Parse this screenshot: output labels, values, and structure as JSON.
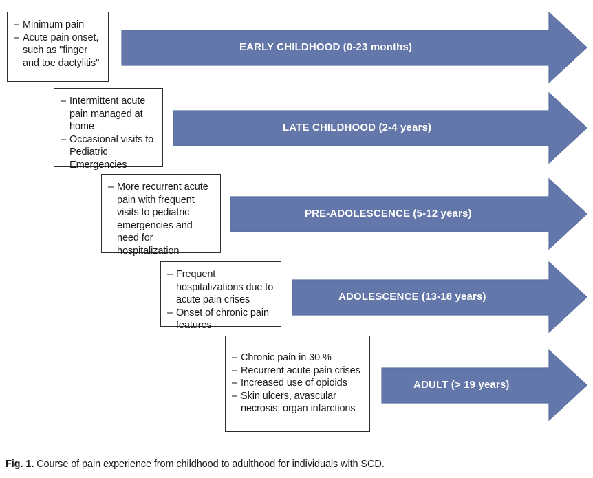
{
  "figure": {
    "caption_label": "Fig. 1.",
    "caption_text": "Course of pain experience from childhood to adulthood for individuals with SCD.",
    "arrow_fill": "#6377ab",
    "arrow_stroke": "#5c6fa3",
    "box_border": "#2e2e2e",
    "label_color": "#ffffff",
    "background": "#ffffff"
  },
  "stages": [
    {
      "id": "early-childhood",
      "arrow_label": "EARLY CHILDHOOD (0-23 months)",
      "notes": [
        "Minimum pain",
        "Acute pain onset, such as \"finger and toe dactylitis\""
      ]
    },
    {
      "id": "late-childhood",
      "arrow_label": "LATE CHILDHOOD (2-4 years)",
      "notes": [
        "Intermittent acute pain managed at home",
        "Occasional visits to Pediatric Emergencies"
      ]
    },
    {
      "id": "pre-adolescence",
      "arrow_label": "PRE-ADOLESCENCE (5-12 years)",
      "notes": [
        "More recurrent acute pain with frequent visits to pediatric emergencies and need for hospitalization"
      ]
    },
    {
      "id": "adolescence",
      "arrow_label": "ADOLESCENCE (13-18 years)",
      "notes": [
        "Frequent hospitalizations due to acute pain crises",
        "Onset of chronic pain features"
      ]
    },
    {
      "id": "adult",
      "arrow_label": "ADULT (> 19 years)",
      "notes": [
        "Chronic pain in 30 %",
        "Recurrent acute pain crises",
        "Increased use of opioids",
        "Skin ulcers, avascular necrosis, organ infarctions"
      ]
    }
  ],
  "bullet_marker": "–"
}
